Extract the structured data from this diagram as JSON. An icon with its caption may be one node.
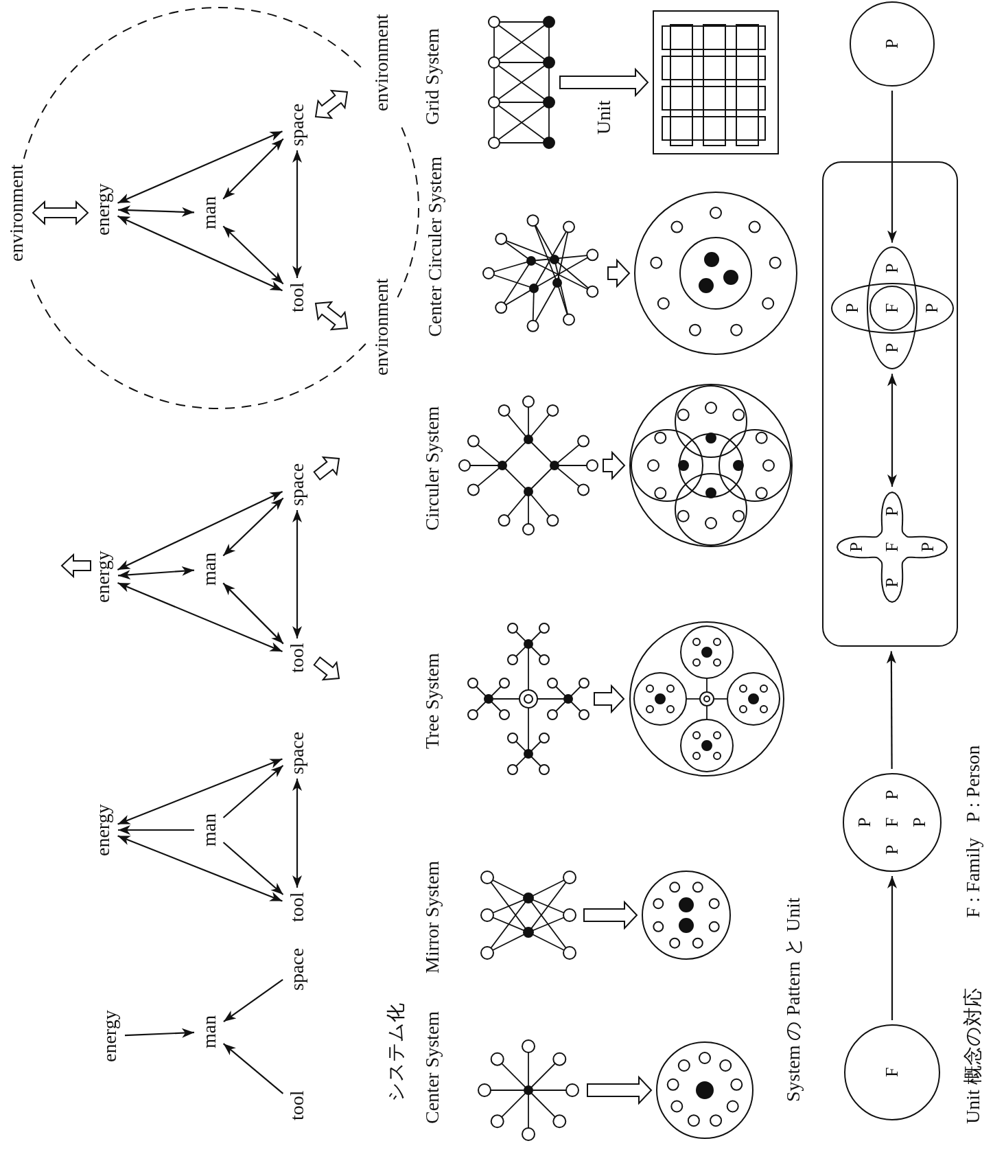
{
  "diagram": {
    "caption": "System の Pattern と Unit",
    "nodes": [
      {
        "text": [
          "energy"
        ]
      },
      {
        "text": [
          "man"
        ]
      },
      {
        "text": [
          "tool"
        ]
      },
      {
        "text": [
          "space"
        ]
      },
      {
        "text": [
          "energy"
        ]
      },
      {
        "text": [
          "man"
        ]
      },
      {
        "text": [
          "tool"
        ]
      },
      {
        "text": [
          "space"
        ]
      },
      {
        "text": [
          "energy"
        ]
      },
      {
        "text": [
          "man"
        ]
      },
      {
        "text": [
          "tool"
        ]
      },
      {
        "text": [
          "space"
        ]
      },
      {
        "text": [
          "energy"
        ]
      },
      {
        "text": [
          "man"
        ]
      },
      {
        "text": [
          "tool"
        ]
      },
      {
        "text": [
          "space"
        ]
      },
      {
        "text": [],
        "shape": "picture",
        "beside": [
          "Center System"
        ]
      },
      {
        "text": [],
        "shape": "picture",
        "beside": [
          "Mirror System"
        ]
      },
      {
        "text": [],
        "shape": "picture",
        "beside": [
          "Tree System"
        ]
      },
      {
        "text": [],
        "shape": "picture",
        "beside": [
          "Circuler System"
        ]
      },
      {
        "text": [],
        "shape": "picture",
        "beside": [
          "Center Circuler System"
        ]
      },
      {
        "text": [],
        "shape": "picture",
        "beside": [
          "Grid System"
        ]
      },
      {
        "text": [],
        "shape": "picture"
      },
      {
        "text": [],
        "shape": "picture"
      },
      {
        "text": [],
        "shape": "picture"
      },
      {
        "text": [],
        "shape": "picture"
      },
      {
        "text": [],
        "shape": "picture"
      },
      {
        "text": [],
        "shape": "picture"
      },
      {
        "text": [
          "F"
        ]
      },
      {
        "text": [
          "P",
          "P",
          "F",
          "P",
          "P"
        ]
      },
      {
        "text": [],
        "shape": "box"
      },
      {
        "text": [
          "P",
          "P",
          "F",
          "P",
          "P"
        ],
        "in": 30
      },
      {
        "text": [
          "P",
          "P"
        ],
        "in": 30
      },
      {
        "text": [
          "P",
          "P"
        ],
        "in": 30
      },
      {
        "text": [
          "F"
        ]
      },
      {
        "text": [
          "P"
        ]
      }
    ],
    "edges": [
      {
        "from": 0,
        "to": 1,
        "arrow": "to"
      },
      {
        "from": 2,
        "to": 1,
        "arrow": "to"
      },
      {
        "from": 3,
        "to": 1,
        "arrow": "to"
      },
      {
        "from": 5,
        "to": 4,
        "arrow": "to"
      },
      {
        "from": 5,
        "to": 6,
        "arrow": "to"
      },
      {
        "from": 5,
        "to": 7,
        "arrow": "to"
      },
      {
        "from": 4,
        "to": 6,
        "arrow": "both"
      },
      {
        "from": 4,
        "to": 7,
        "arrow": "both"
      },
      {
        "from": 6,
        "to": 7,
        "arrow": "both"
      },
      {
        "from": 8,
        "to": 9,
        "arrow": "both"
      },
      {
        "from": 9,
        "to": 10,
        "arrow": "both"
      },
      {
        "from": 9,
        "to": 11,
        "arrow": "both"
      },
      {
        "from": 8,
        "to": 10,
        "arrow": "both"
      },
      {
        "from": 8,
        "to": 11,
        "arrow": "both"
      },
      {
        "from": 10,
        "to": 11,
        "arrow": "both"
      },
      {
        "from": 12,
        "to": 13,
        "arrow": "both"
      },
      {
        "from": 13,
        "to": 14,
        "arrow": "both"
      },
      {
        "from": 13,
        "to": 15,
        "arrow": "both"
      },
      {
        "from": 12,
        "to": 14,
        "arrow": "both"
      },
      {
        "from": 12,
        "to": 15,
        "arrow": "both"
      },
      {
        "from": 14,
        "to": 15,
        "arrow": "both"
      },
      {
        "from": 16,
        "to": 27,
        "arrow": "to",
        "style": "thick"
      },
      {
        "from": 17,
        "to": 26,
        "arrow": "to",
        "style": "thick"
      },
      {
        "from": 18,
        "to": 25,
        "arrow": "to",
        "style": "thick"
      },
      {
        "from": 19,
        "to": 24,
        "arrow": "to",
        "style": "thick"
      },
      {
        "from": 20,
        "to": 23,
        "arrow": "to",
        "style": "thick"
      },
      {
        "from": 21,
        "to": 22,
        "arrow": "to",
        "style": "thick",
        "label": "Unit"
      },
      {
        "from": 28,
        "to": 29,
        "arrow": "to"
      },
      {
        "from": 29,
        "to": 30,
        "arrow": "to"
      },
      {
        "from": 31,
        "to": 33,
        "arrow": "both"
      },
      {
        "from": 35,
        "to": 33,
        "arrow": "to"
      }
    ],
    "labels": [
      "environment",
      "environment",
      "environment",
      "システム化",
      "Unit 概念の対応",
      "F : Family",
      "P : Person"
    ]
  }
}
